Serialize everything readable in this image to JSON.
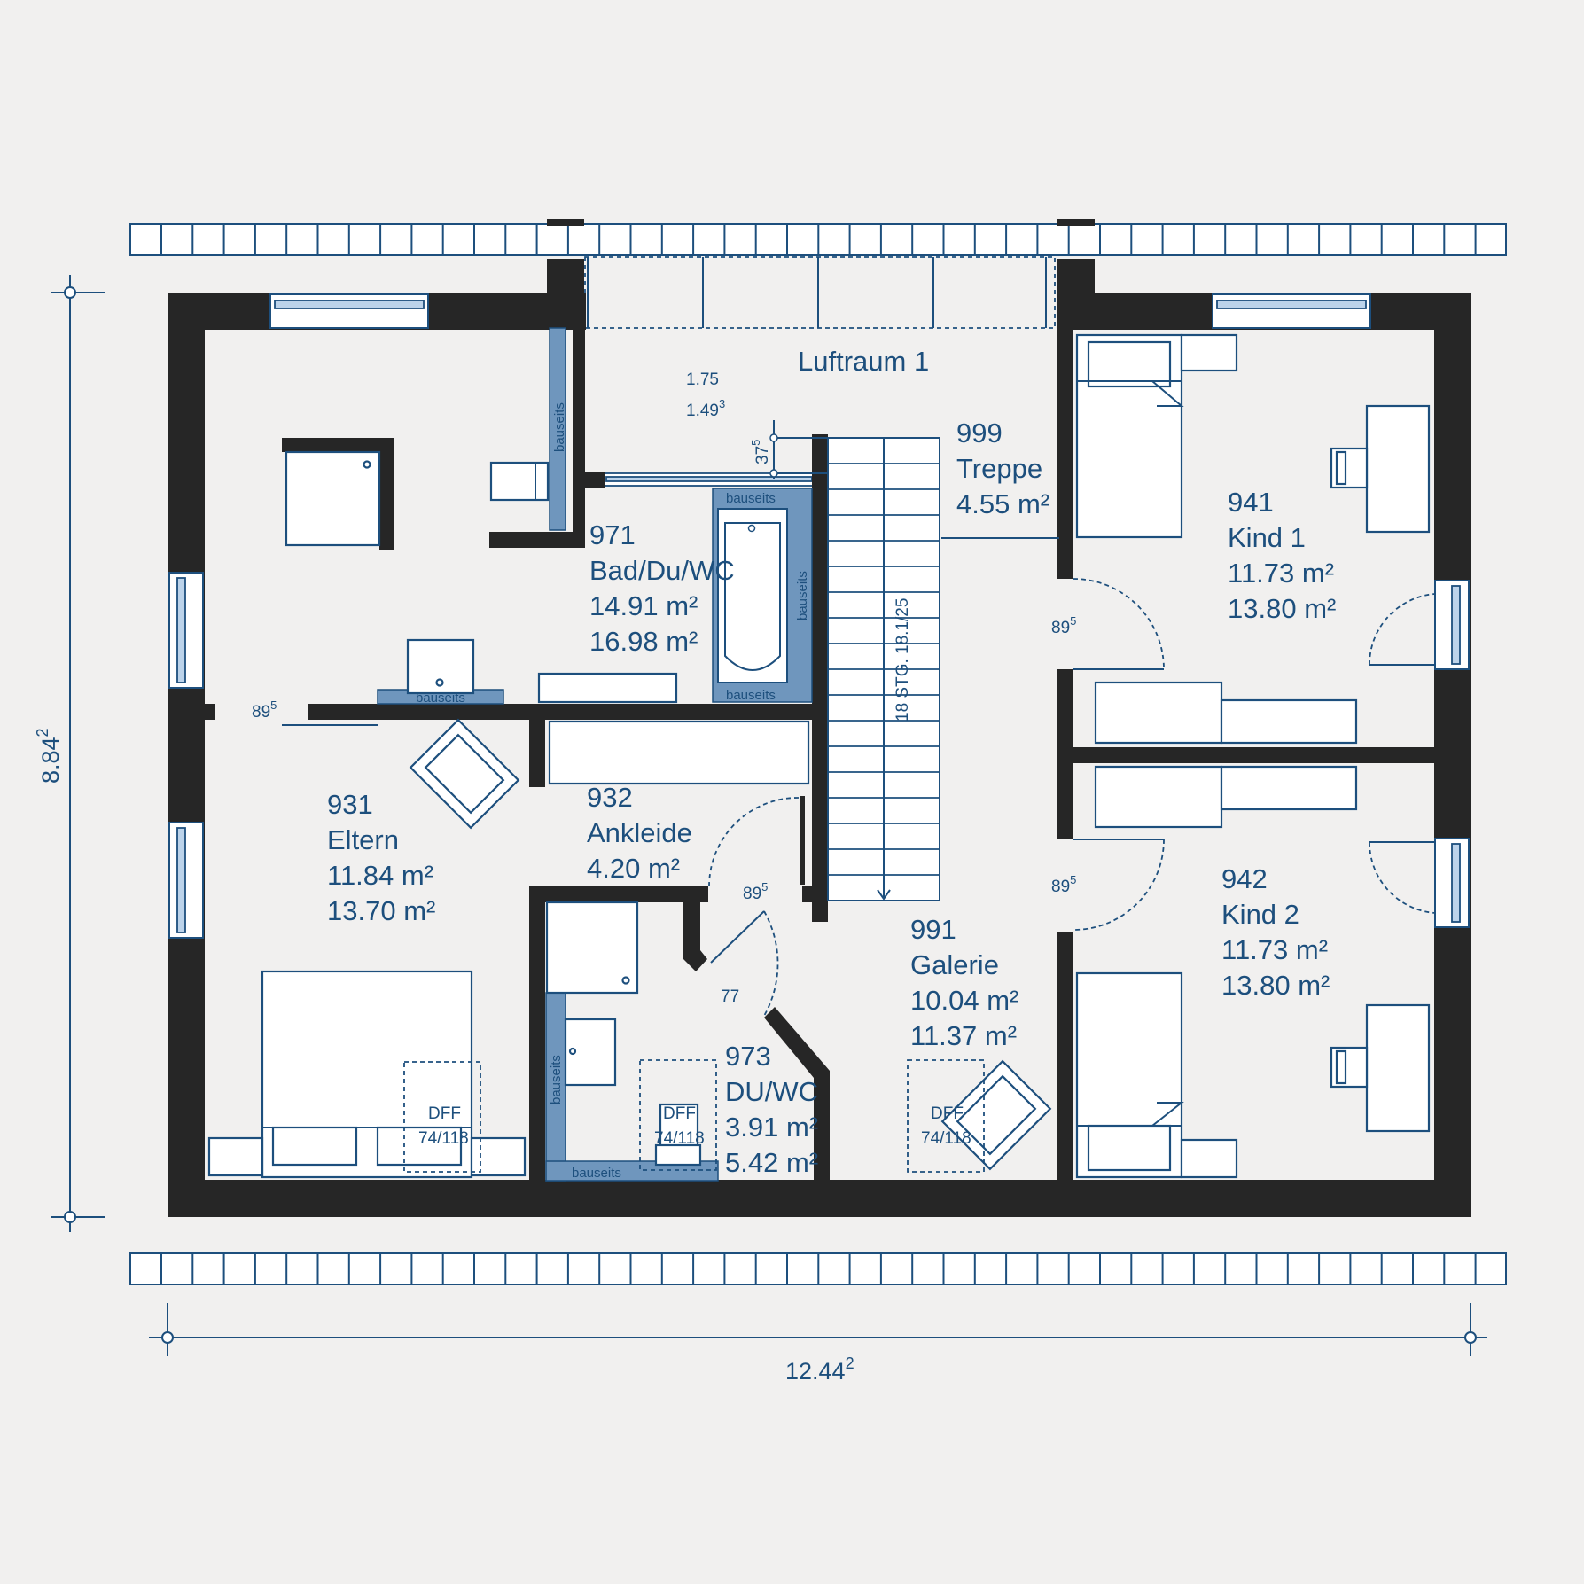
{
  "rooms": {
    "luftraum": {
      "name": "Luftraum 1"
    },
    "treppe": {
      "number": "999",
      "name": "Treppe",
      "area": "4.55 m²"
    },
    "bad": {
      "number": "971",
      "name": "Bad/Du/WC",
      "area1": "14.91 m²",
      "area2": "16.98 m²"
    },
    "eltern": {
      "number": "931",
      "name": "Eltern",
      "area1": "11.84 m²",
      "area2": "13.70 m²"
    },
    "ankleide": {
      "number": "932",
      "name": "Ankleide",
      "area": "4.20 m²"
    },
    "kind1": {
      "number": "941",
      "name": "Kind 1",
      "area1": "11.73 m²",
      "area2": "13.80 m²"
    },
    "kind2": {
      "number": "942",
      "name": "Kind 2",
      "area1": "11.73 m²",
      "area2": "13.80 m²"
    },
    "galerie": {
      "number": "991",
      "name": "Galerie",
      "area1": "10.04 m²",
      "area2": "11.37 m²"
    },
    "duwc": {
      "number": "973",
      "name": "DU/WC",
      "area1": "3.91 m²",
      "area2": "5.42 m²"
    }
  },
  "labels": {
    "height_1": "1.75",
    "height_2": "1.49",
    "height_2_sup": "3",
    "window_sill": "37",
    "window_sill_sup": "5",
    "stairs": "18 STG. 18.1/25",
    "door_width": "89",
    "door_width_sup": "5",
    "door_77": "77",
    "bauseits": "bauseits",
    "skylight_1": "DFF",
    "skylight_2": "74/118"
  },
  "dimensions": {
    "width": "12.44",
    "width_sup": "2",
    "depth": "8.84",
    "depth_sup": "2"
  },
  "colors": {
    "wall": "#262626",
    "ink": "#1d4f7d",
    "bauseits": "#6f96bd",
    "glass": "#bcd3ea",
    "background": "#f1f0ef"
  }
}
